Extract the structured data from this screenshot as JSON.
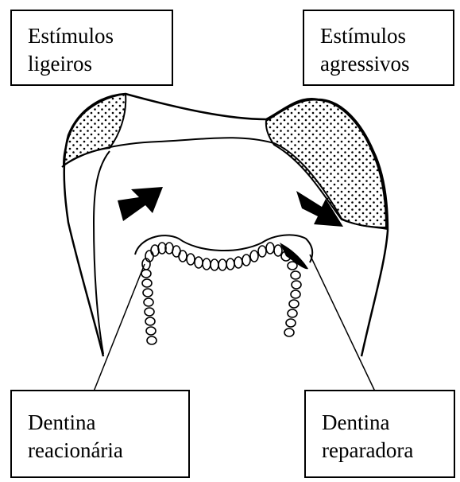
{
  "labels": {
    "top_left": {
      "line1": "Estímulos",
      "line2": "ligeiros"
    },
    "top_right": {
      "line1": "Estímulos",
      "line2": "agressivos"
    },
    "bottom_left": {
      "line1": "Dentina",
      "line2": "reacionária"
    },
    "bottom_right": {
      "line1": "Dentina",
      "line2": "reparadora"
    }
  },
  "colors": {
    "ink": "#000000",
    "background": "#ffffff"
  },
  "icons": {
    "left_arrow": "arrow-icon",
    "right_arrow": "arrow-icon"
  }
}
